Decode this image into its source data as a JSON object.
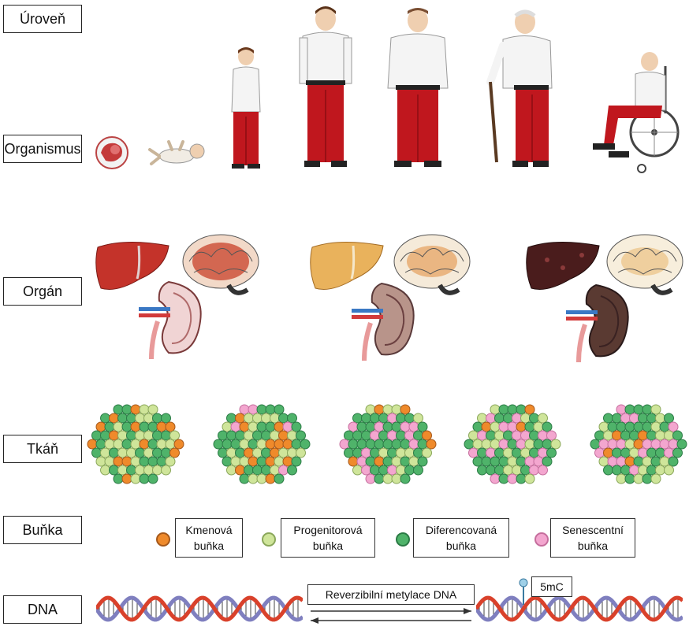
{
  "levels": {
    "uroven": "Úroveň",
    "organismus": "Organismus",
    "organ": "Orgán",
    "tkan": "Tkáň",
    "bunka": "Buňka",
    "dna": "DNA"
  },
  "legend": [
    {
      "line1": "Kmenová",
      "line2": "buňka",
      "color": "#ef8a2b"
    },
    {
      "line1": "Progenitorová",
      "line2": "buňka",
      "color": "#cfe59a"
    },
    {
      "line1": "Diferencovaná",
      "line2": "buňka",
      "color": "#4fb36a"
    },
    {
      "line1": "Senescentní",
      "line2": "buňka",
      "color": "#f3a6cf"
    }
  ],
  "dna": {
    "arrow_label": "Reverzibilní metylace DNA",
    "mark_label": "5mC"
  },
  "colors": {
    "pants": "#c0171e",
    "shirt": "#f4f4f4",
    "skin": "#efcfb0",
    "liver_young": "#c4332a",
    "liver_mid": "#e9b25c",
    "liver_old": "#4a1c1c",
    "dna_strand_a": "#d9412b",
    "dna_strand_b": "#7f7fbf"
  }
}
